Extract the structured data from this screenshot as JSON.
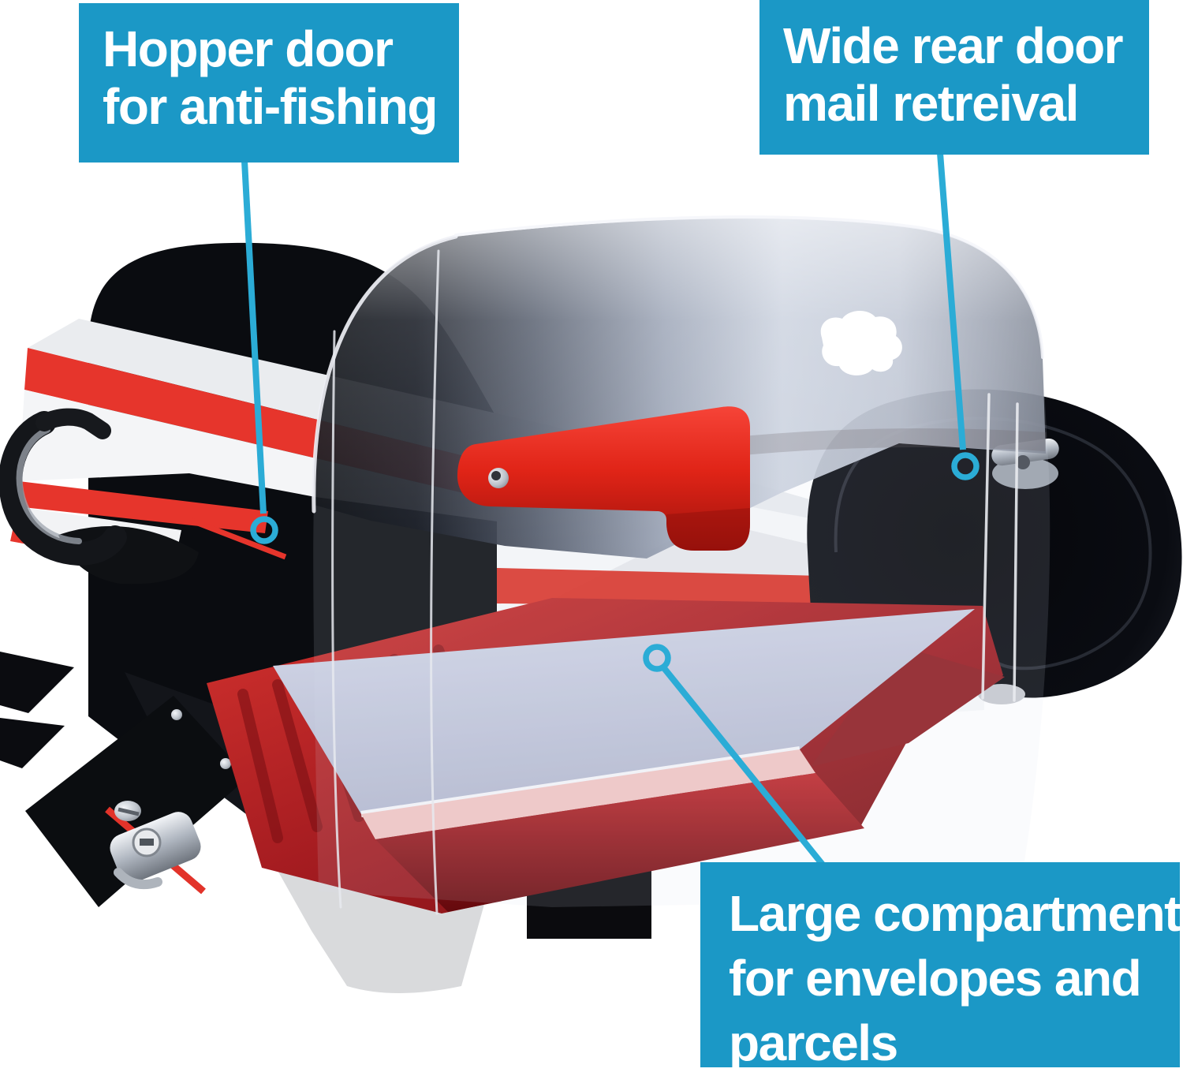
{
  "callouts": {
    "hopper_door": {
      "lines": [
        "Hopper door",
        "for anti-fishing"
      ]
    },
    "rear_door": {
      "lines": [
        "Wide rear door",
        "mail retreival"
      ]
    },
    "compartment": {
      "lines": [
        "Large compartment",
        "for envelopes and",
        "parcels"
      ]
    }
  },
  "colors": {
    "callout_background": "#1B98C6",
    "callout_text": "#FFFFFF",
    "leader_line": "#2BACD6",
    "flag_red": "#E02417",
    "stack_band_red": "#E6352C",
    "tray_red": "#A31B20",
    "rail_dark_red": "#8F1B20",
    "compartment_plate": "#C9CEE2",
    "plate_pink_edge": "#F2C6C4",
    "mailbox_black": "#0B0D11",
    "chrome": "#BCC2CA",
    "glass_highlight": "#F4F6FA"
  }
}
